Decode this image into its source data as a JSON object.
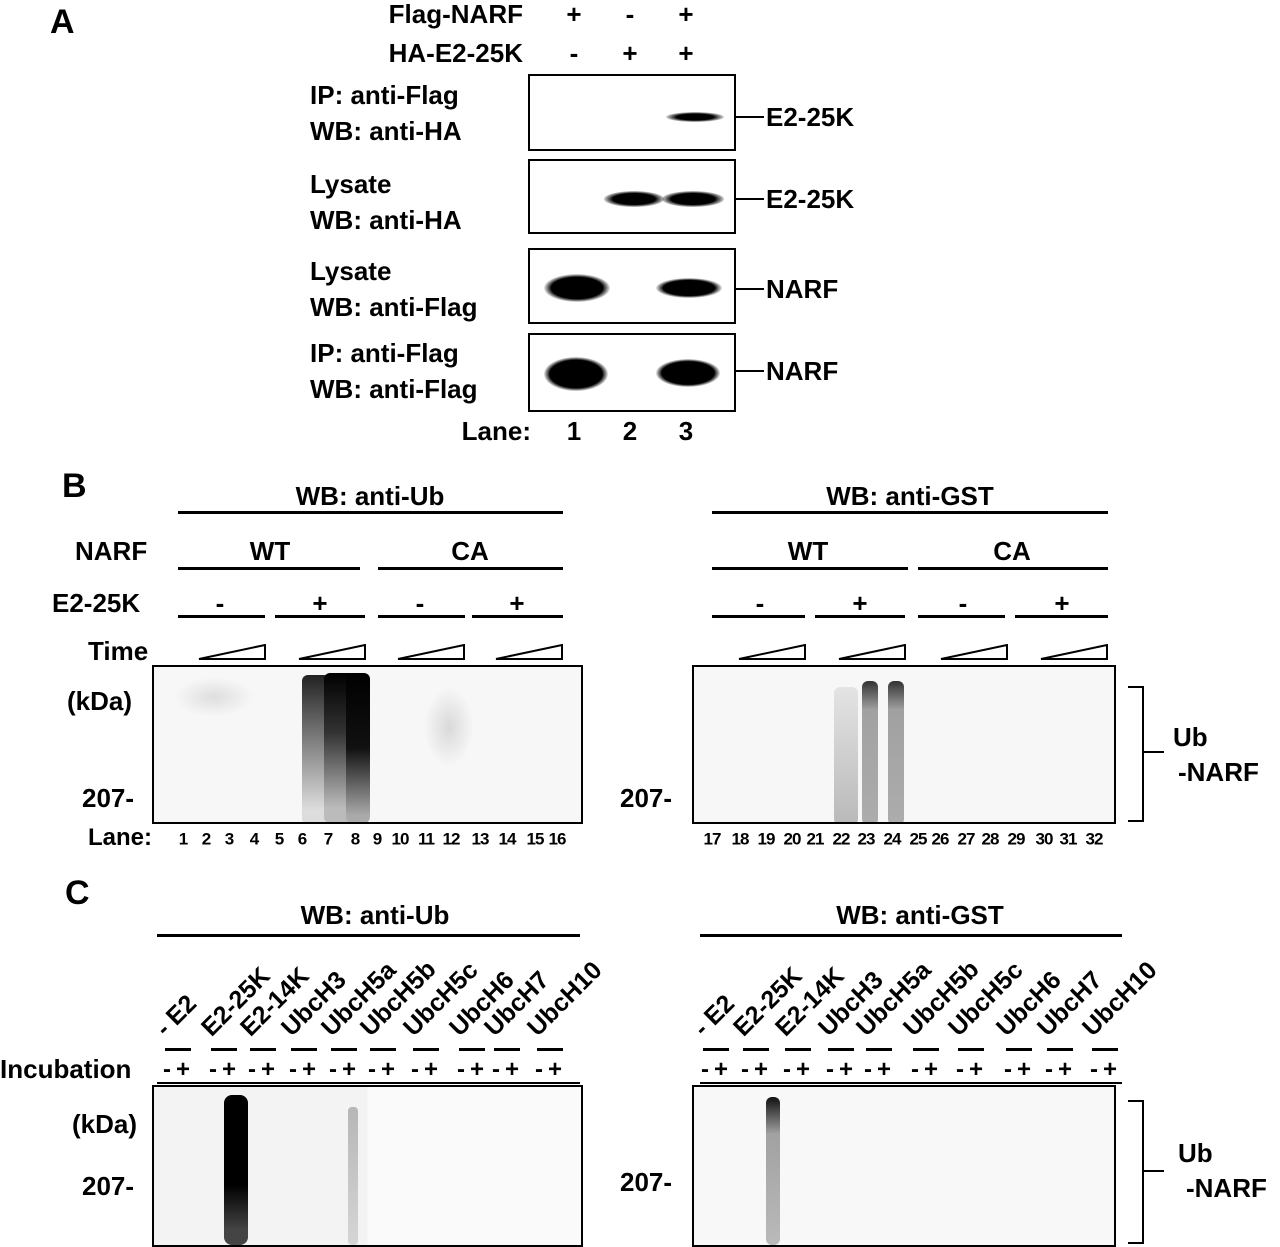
{
  "panel_a": {
    "letter": "A",
    "conditions": [
      {
        "label": "Flag-NARF",
        "signs": [
          "+",
          "-",
          "+"
        ]
      },
      {
        "label": "HA-E2-25K",
        "signs": [
          "-",
          "+",
          "+"
        ]
      }
    ],
    "blots": [
      {
        "line1": "IP: anti-Flag",
        "line2": "WB: anti-HA",
        "marker": "E2-25K"
      },
      {
        "line1": "Lysate",
        "line2": "WB: anti-HA",
        "marker": "E2-25K"
      },
      {
        "line1": "Lysate",
        "line2": "WB: anti-Flag",
        "marker": "NARF"
      },
      {
        "line1": "IP: anti-Flag",
        "line2": "WB: anti-Flag",
        "marker": "NARF"
      }
    ],
    "lane_label": "Lane:",
    "lanes": [
      "1",
      "2",
      "3"
    ]
  },
  "panel_b": {
    "letter": "B",
    "narf_label": "NARF",
    "e2_label": "E2-25K",
    "time_label": "Time",
    "kda_label": "(kDa)",
    "lane_label": "Lane:",
    "left": {
      "title": "WB: anti-Ub",
      "groups": [
        "WT",
        "CA"
      ],
      "signs": [
        "-",
        "+",
        "-",
        "+"
      ],
      "marker": "207-",
      "lanes": [
        "1",
        "2",
        "3",
        "4",
        "5",
        "6",
        "7",
        "8",
        "9",
        "10",
        "11",
        "12",
        "13",
        "14",
        "15",
        "16"
      ]
    },
    "right": {
      "title": "WB: anti-GST",
      "groups": [
        "WT",
        "CA"
      ],
      "signs": [
        "-",
        "+",
        "-",
        "+"
      ],
      "marker": "207-",
      "lanes": [
        "17",
        "18",
        "19",
        "20",
        "21",
        "22",
        "23",
        "24",
        "25",
        "26",
        "27",
        "28",
        "29",
        "30",
        "31",
        "32"
      ]
    },
    "product_label_1": "Ub",
    "product_label_2": "-NARF"
  },
  "panel_c": {
    "letter": "C",
    "incubation_label": "Incubation",
    "kda_label": "(kDa)",
    "e2_list": [
      "- E2",
      "E2-25K",
      "E2-14K",
      "UbcH3",
      "UbcH5a",
      "UbcH5b",
      "UbcH5c",
      "UbcH6",
      "UbcH7",
      "UbcH10"
    ],
    "signs": [
      "-",
      "+"
    ],
    "left": {
      "title": "WB: anti-Ub",
      "marker": "207-"
    },
    "right": {
      "title": "WB: anti-GST",
      "marker": "207-"
    },
    "product_label_1": "Ub",
    "product_label_2": "-NARF"
  }
}
